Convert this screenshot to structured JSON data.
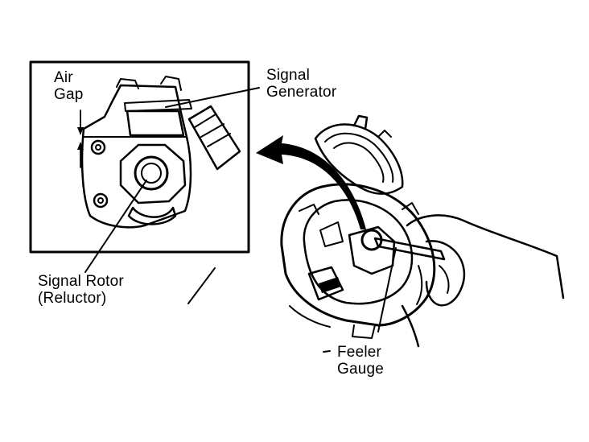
{
  "labels": {
    "air_gap": "Air\nGap",
    "signal_generator": "Signal\nGenerator",
    "signal_rotor": "Signal Rotor\n(Reluctor)",
    "feeler_gauge": "Feeler\nGauge"
  }
}
